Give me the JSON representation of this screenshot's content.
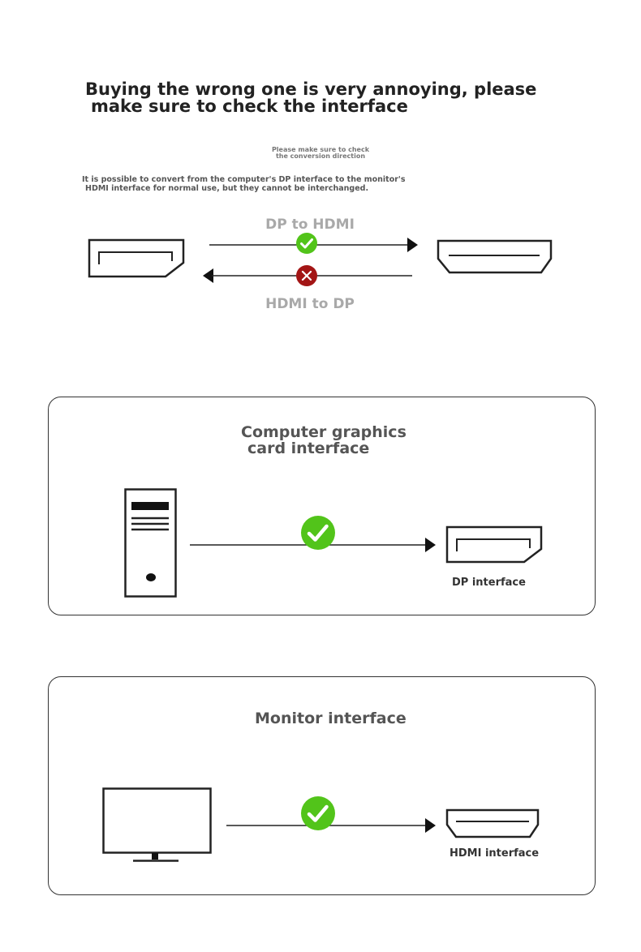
{
  "header": {
    "headline_line1": "Buying the wrong one is very annoying, please",
    "headline_line2": "make sure to check the interface",
    "note_line1": "Please make sure to check",
    "note_line2": "the conversion direction",
    "desc_line1": "It is possible to convert from the computer's DP interface to the monitor's",
    "desc_line2": "HDMI interface for normal use, but they cannot be interchanged."
  },
  "direction": {
    "forward_label": "DP to HDMI",
    "reverse_label": "HDMI to DP",
    "forward_status": "check",
    "reverse_status": "cross"
  },
  "card_computer": {
    "title_line1": "Computer graphics",
    "title_line2": "card interface",
    "port_label": "DP interface",
    "status": "check"
  },
  "card_monitor": {
    "title": "Monitor interface",
    "port_label": "HDMI interface",
    "status": "check"
  },
  "colors": {
    "check_green": "#52c41a",
    "cross_red": "#a31515",
    "label_gray": "#a9a9a9",
    "line_dark": "#222222"
  },
  "icons": {
    "dp_port": "displayport-icon",
    "hdmi_port": "hdmi-icon",
    "computer": "desktop-tower-icon",
    "monitor": "monitor-icon",
    "ok": "check-circle-icon",
    "error": "cross-circle-icon"
  }
}
